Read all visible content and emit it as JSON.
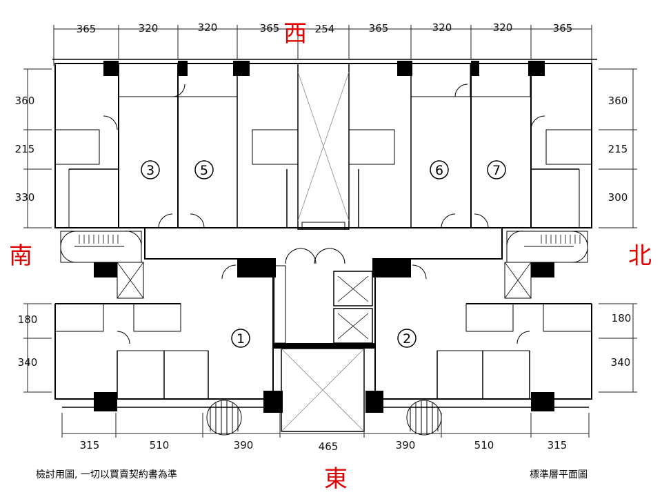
{
  "directions": {
    "west": "西",
    "east": "東",
    "south": "南",
    "north": "北"
  },
  "top_dims": [
    "365",
    "320",
    "320",
    "365",
    "254",
    "365",
    "320",
    "320",
    "365"
  ],
  "bottom_dims": [
    "315",
    "510",
    "390",
    "465",
    "390",
    "510",
    "315"
  ],
  "left_dims": [
    "360",
    "215",
    "330",
    "180",
    "340"
  ],
  "right_dims": [
    "360",
    "215",
    "300",
    "180",
    "340"
  ],
  "units": [
    "3",
    "5",
    "6",
    "7",
    "1",
    "2"
  ],
  "notes": {
    "disclaimer": "檢討用圖, 一切以買賣契約書為準",
    "plan_title": "標準層平面圖"
  },
  "colors": {
    "direction": "#e00000",
    "wall": "#000000",
    "line": "#555555"
  }
}
